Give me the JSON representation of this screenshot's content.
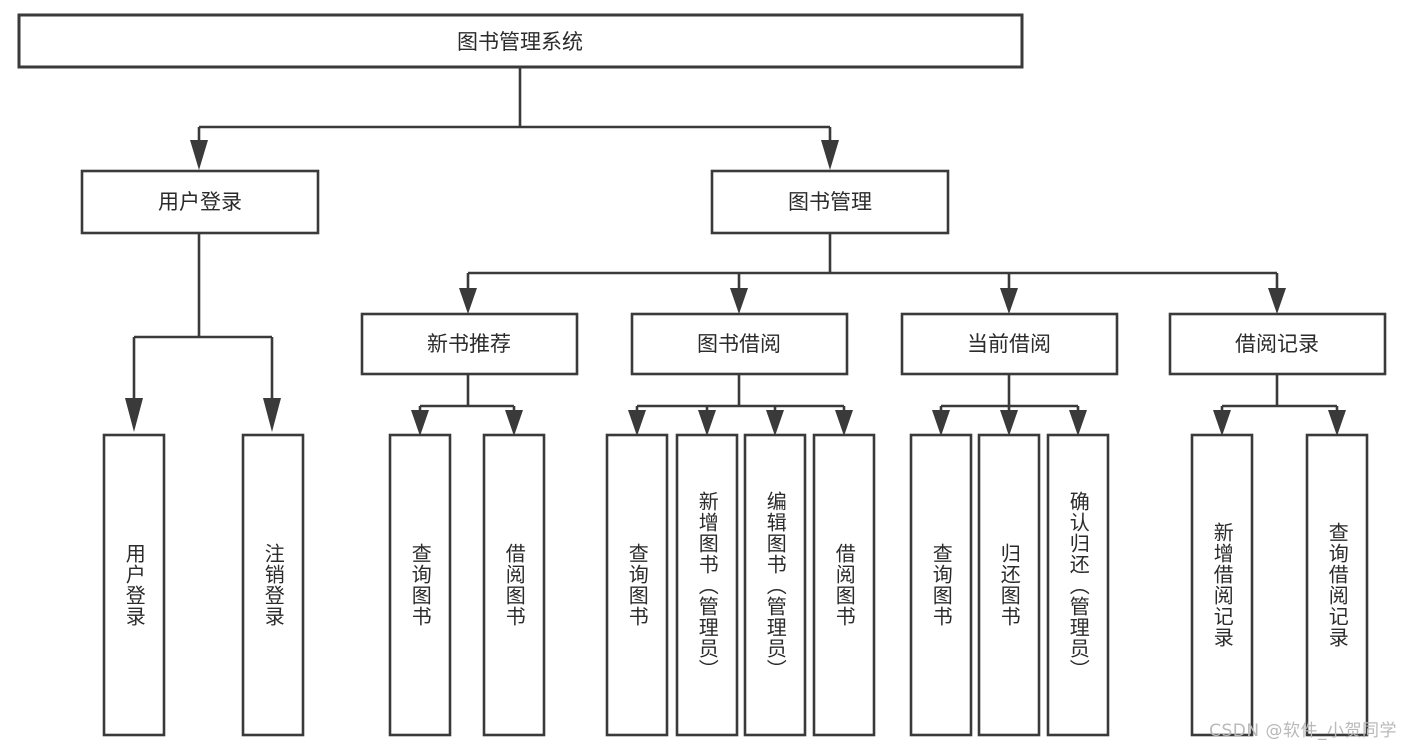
{
  "diagram": {
    "type": "tree",
    "title": "图书管理系统",
    "orientation": "top-down",
    "colors": {
      "box_fill": "#ffffff",
      "box_stroke": "#3a3a3a",
      "text": "#2b2b2b",
      "background": "#ffffff",
      "watermark": "#b9b9b9"
    },
    "root": {
      "label": "图书管理系统"
    },
    "level2": [
      {
        "label": "用户登录"
      },
      {
        "label": "图书管理"
      }
    ],
    "level3": [
      {
        "label": "新书推荐"
      },
      {
        "label": "图书借阅"
      },
      {
        "label": "当前借阅"
      },
      {
        "label": "借阅记录"
      }
    ],
    "leaves_user_login": [
      {
        "label": "用户登录"
      },
      {
        "label": "注销登录"
      }
    ],
    "leaves_new_books": [
      {
        "label": "查询图书"
      },
      {
        "label": "借阅图书"
      }
    ],
    "leaves_borrow": [
      {
        "label": "查询图书"
      },
      {
        "label": "新增图书（管理员）"
      },
      {
        "label": "编辑图书（管理员）"
      },
      {
        "label": "借阅图书"
      }
    ],
    "leaves_current": [
      {
        "label": "查询图书"
      },
      {
        "label": "归还图书"
      },
      {
        "label": "确认归还（管理员）"
      }
    ],
    "leaves_records": [
      {
        "label": "新增借阅记录"
      },
      {
        "label": "查询借阅记录"
      }
    ]
  },
  "watermark": {
    "text": "CSDN @软件_小贺同学"
  }
}
